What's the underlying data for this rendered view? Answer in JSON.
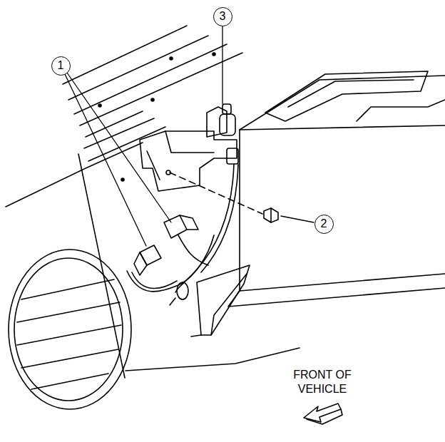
{
  "diagram": {
    "nodes": [
      {
        "text": [
          "1"
        ]
      },
      {
        "text": [
          "3"
        ]
      },
      {
        "text": [
          "2"
        ]
      }
    ],
    "labels": [
      "FRONT OF VEHICLE"
    ]
  }
}
